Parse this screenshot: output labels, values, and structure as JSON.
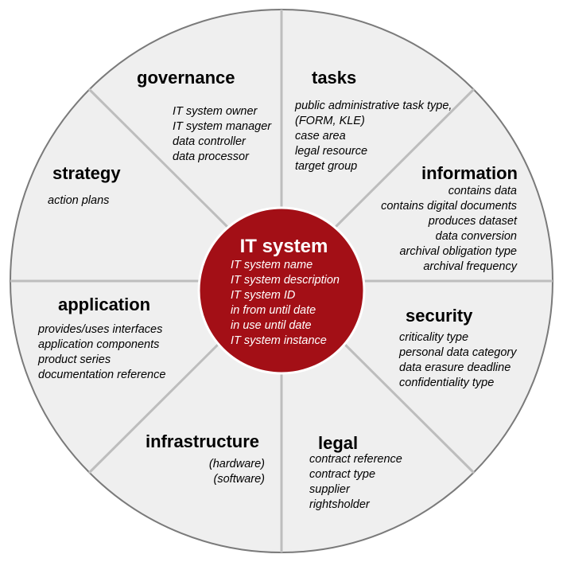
{
  "center": {
    "title": "IT system",
    "items": [
      "IT system name",
      "IT system description",
      "IT system ID",
      "in from until date",
      "in use until date",
      "IT system instance"
    ]
  },
  "sections": {
    "governance": {
      "title": "governance",
      "items": [
        "IT system owner",
        "IT system manager",
        "data controller",
        "data processor"
      ]
    },
    "tasks": {
      "title": "tasks",
      "items": [
        "public administrative task type,",
        "(FORM, KLE)",
        "case area",
        "legal resource",
        "target group"
      ]
    },
    "strategy": {
      "title": "strategy",
      "items": [
        "action plans"
      ]
    },
    "information": {
      "title": "information",
      "items": [
        "contains data",
        "contains digital documents",
        "produces dataset",
        "data conversion",
        "archival obligation type",
        "archival frequency"
      ]
    },
    "application": {
      "title": "application",
      "items": [
        "provides/uses interfaces",
        "application components",
        "product series",
        "documentation reference"
      ]
    },
    "security": {
      "title": "security",
      "items": [
        "criticality type",
        "personal data category",
        "data erasure deadline",
        "confidentiality type"
      ]
    },
    "infrastructure": {
      "title": "infrastructure",
      "items": [
        "(hardware)",
        "(software)"
      ]
    },
    "legal": {
      "title": "legal",
      "items": [
        "contract reference",
        "contract type",
        "supplier",
        "rightsholder"
      ]
    }
  },
  "colors": {
    "wheel_fill": "#efefef",
    "wheel_stroke": "#7a7a7a",
    "divider": "#bdbdbd",
    "center_fill": "#a30f16",
    "center_text": "#ffffff"
  }
}
